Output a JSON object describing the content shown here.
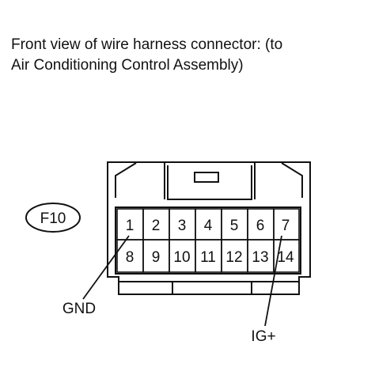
{
  "title": {
    "line1": "Front view of wire harness connector: (to",
    "line2": "Air Conditioning Control Assembly)"
  },
  "connector": {
    "id": "F10",
    "pins": [
      "1",
      "2",
      "3",
      "4",
      "5",
      "6",
      "7",
      "8",
      "9",
      "10",
      "11",
      "12",
      "13",
      "14"
    ],
    "labels": {
      "gnd": "GND",
      "ig": "IG+"
    }
  }
}
